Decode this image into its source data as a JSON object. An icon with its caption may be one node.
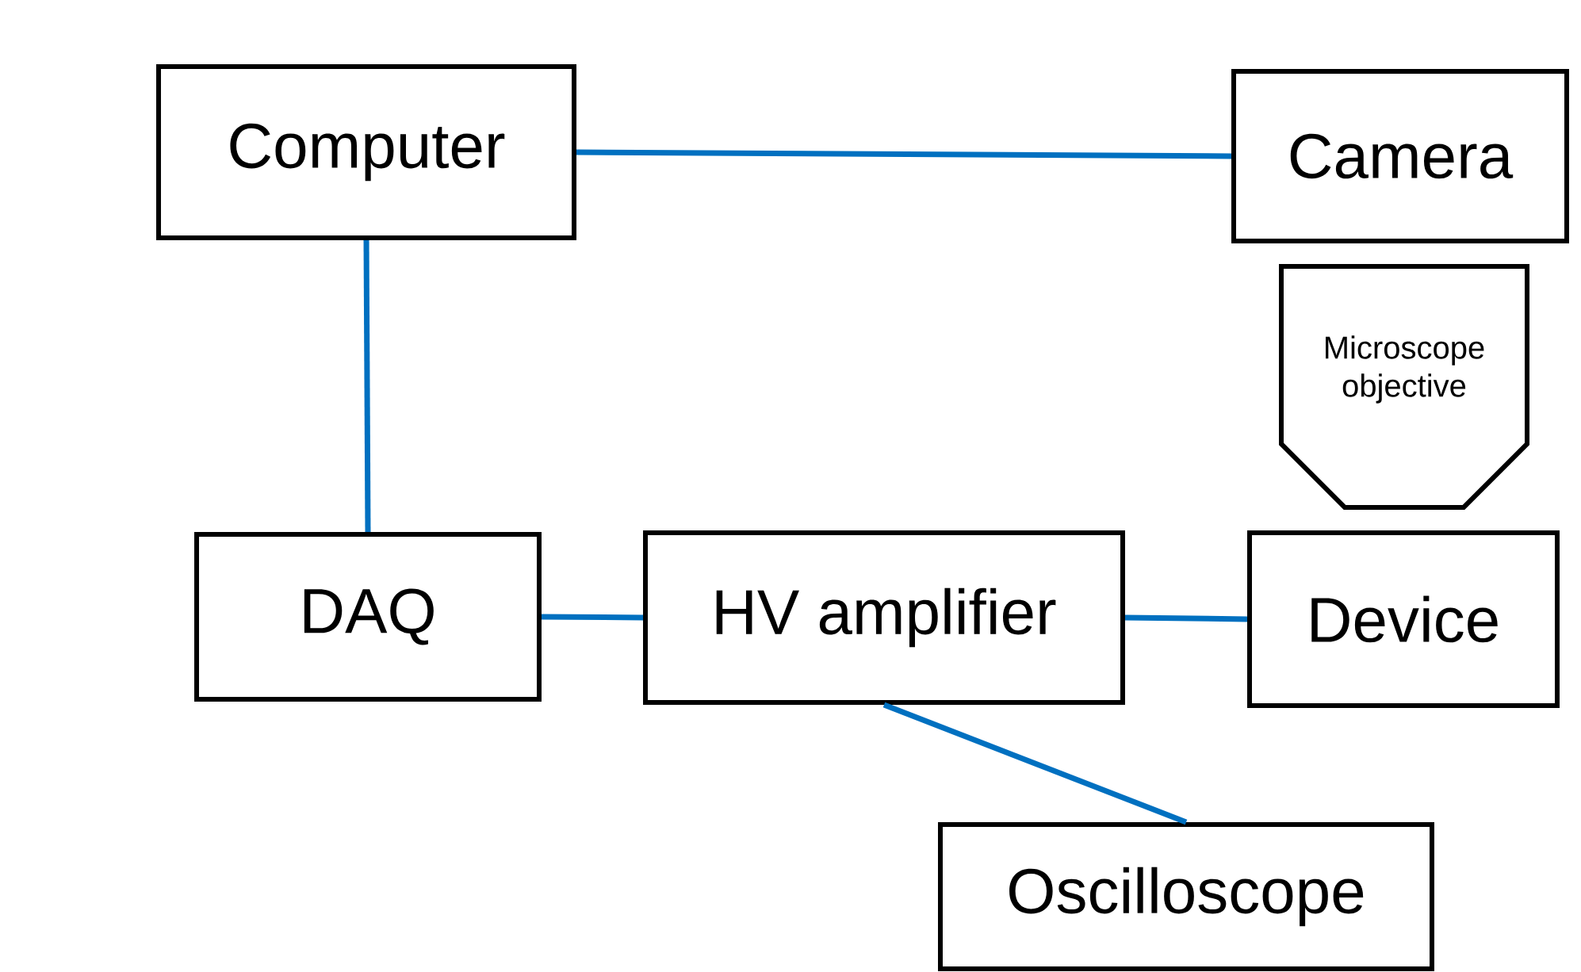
{
  "diagram": {
    "nodes": [
      {
        "text": [
          "Computer"
        ]
      },
      {
        "text": [
          "Camera"
        ]
      },
      {
        "text": [
          "Microscope objective"
        ]
      },
      {
        "text": [
          "DAQ"
        ]
      },
      {
        "text": [
          "HV amplifier"
        ]
      },
      {
        "text": [
          "Device"
        ]
      },
      {
        "text": [
          "Oscilloscope"
        ]
      }
    ],
    "edges": [
      {
        "from": 0,
        "to": 1,
        "arrow": "none"
      },
      {
        "from": 0,
        "to": 3,
        "arrow": "none"
      },
      {
        "from": 3,
        "to": 4,
        "arrow": "none"
      },
      {
        "from": 4,
        "to": 5,
        "arrow": "none"
      },
      {
        "from": 4,
        "to": 6,
        "arrow": "none"
      }
    ]
  }
}
